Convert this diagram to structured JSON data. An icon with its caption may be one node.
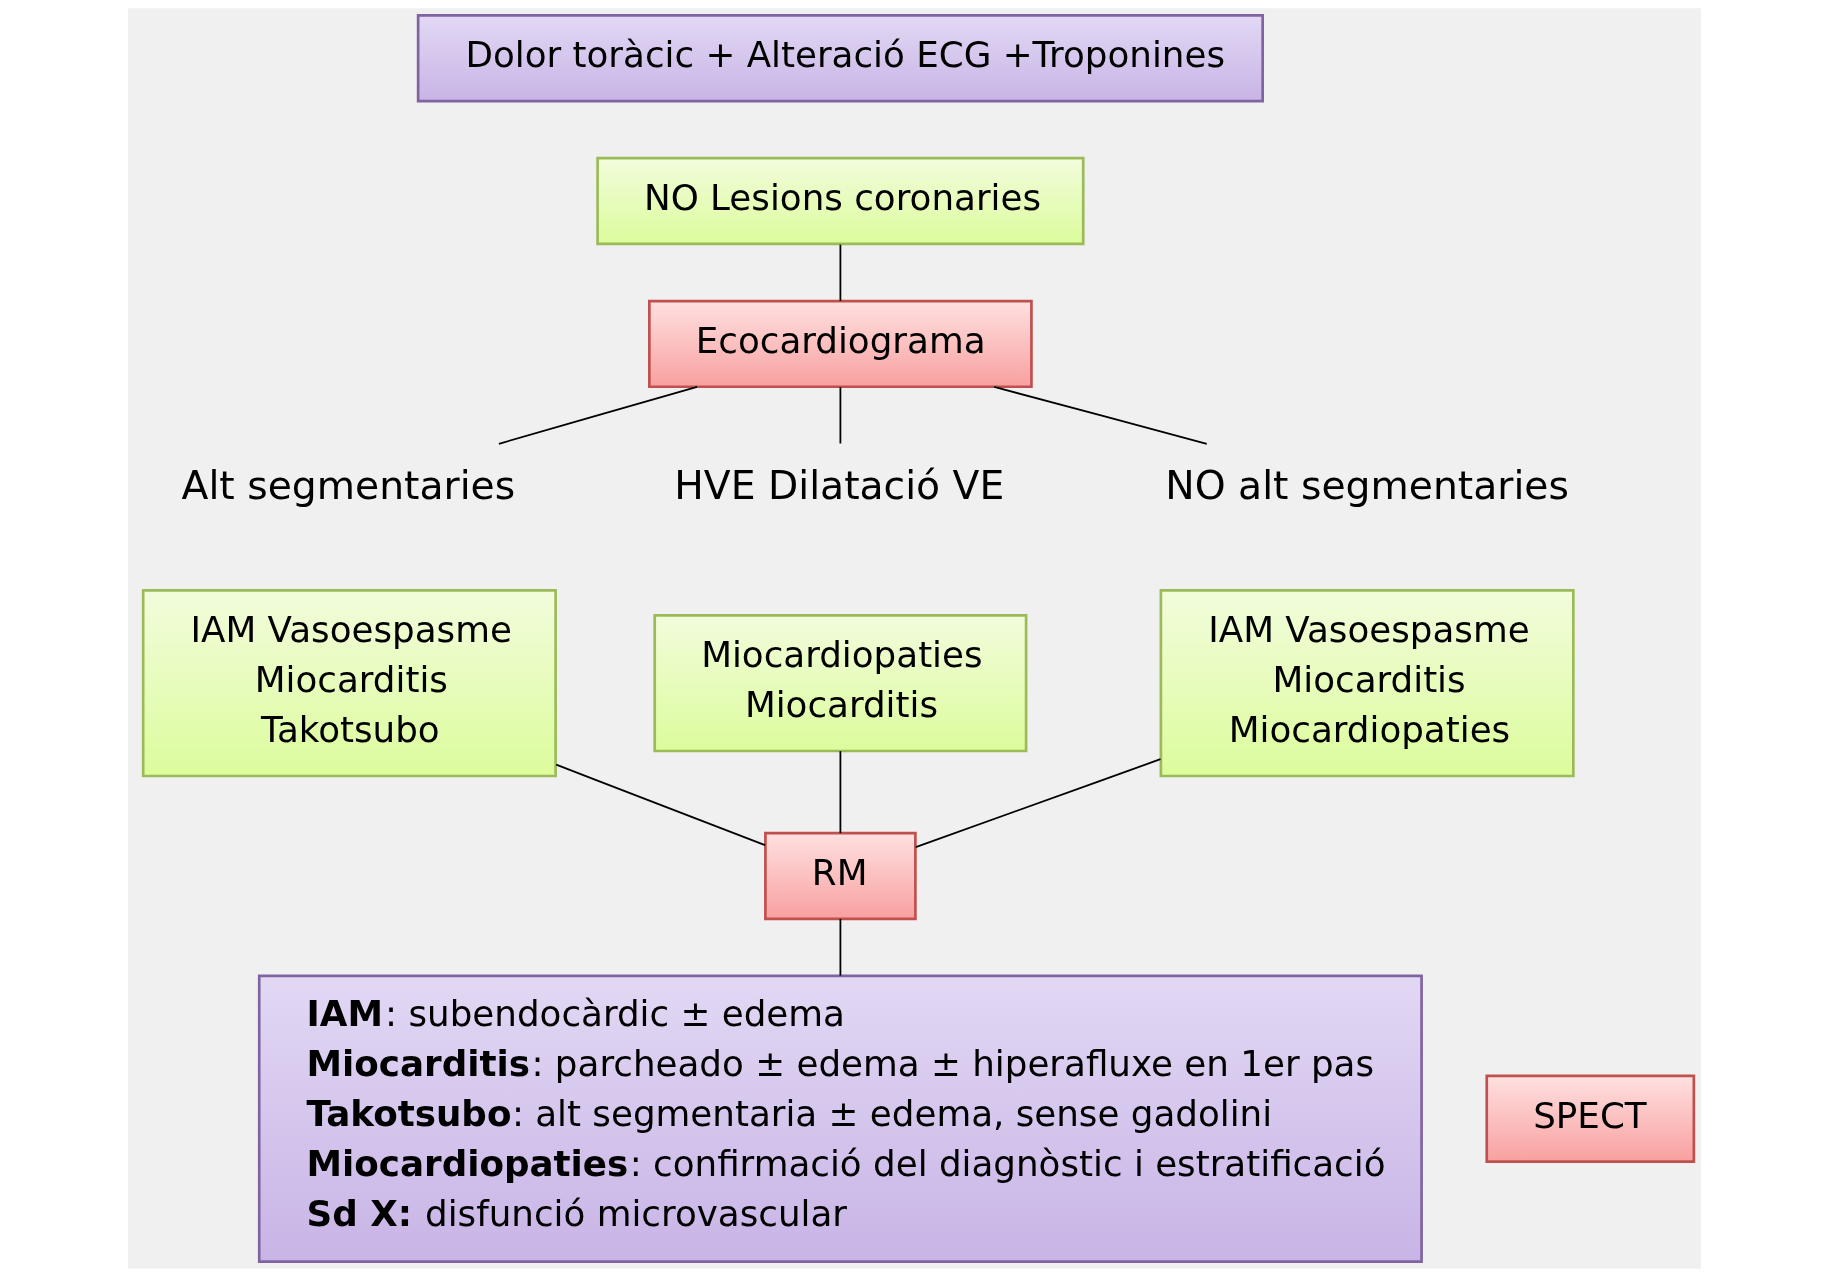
{
  "diagram": {
    "nodes": [
      {
        "text": [
          "Dolor toràcic + Alteració ECG +Troponines"
        ]
      },
      {
        "text": [
          "NO Lesions coronaries"
        ]
      },
      {
        "text": [
          "Ecocardiograma"
        ]
      },
      {
        "text": [
          "Alt segmentaries"
        ]
      },
      {
        "text": [
          "HVE Dilatació VE"
        ]
      },
      {
        "text": [
          "NO alt segmentaries"
        ]
      },
      {
        "text": [
          "IAM Vasoespasme Miocarditis Takotsubo"
        ]
      },
      {
        "text": [
          "Miocardiopaties Miocarditis"
        ]
      },
      {
        "text": [
          "IAM Vasoespasme Miocarditis Miocardiopaties"
        ]
      },
      {
        "text": [
          "RM"
        ]
      },
      {
        "text": [
          "**IAM**: subendocàrdic ± edema",
          "**Miocarditis**: parcheado ± edema ± hiperafluxe en 1er pas",
          "**Takotsubo**: alt segmentaria ± edema, sense gadolini",
          "**Miocardiopaties**: confirmació del diagnòstic i estratificació",
          "**Sd X:** disfunció microvascular"
        ]
      },
      {
        "text": [
          "SPECT"
        ]
      }
    ],
    "edges": [
      {
        "from": 1,
        "to": 2,
        "arrow": "none"
      },
      {
        "from": 2,
        "to": 3,
        "arrow": "none"
      },
      {
        "from": 2,
        "to": 4,
        "arrow": "none"
      },
      {
        "from": 2,
        "to": 5,
        "arrow": "none"
      },
      {
        "from": 6,
        "to": 9,
        "arrow": "none"
      },
      {
        "from": 7,
        "to": 9,
        "arrow": "none"
      },
      {
        "from": 8,
        "to": 9,
        "arrow": "none"
      },
      {
        "from": 9,
        "to": 10,
        "arrow": "none"
      }
    ]
  }
}
